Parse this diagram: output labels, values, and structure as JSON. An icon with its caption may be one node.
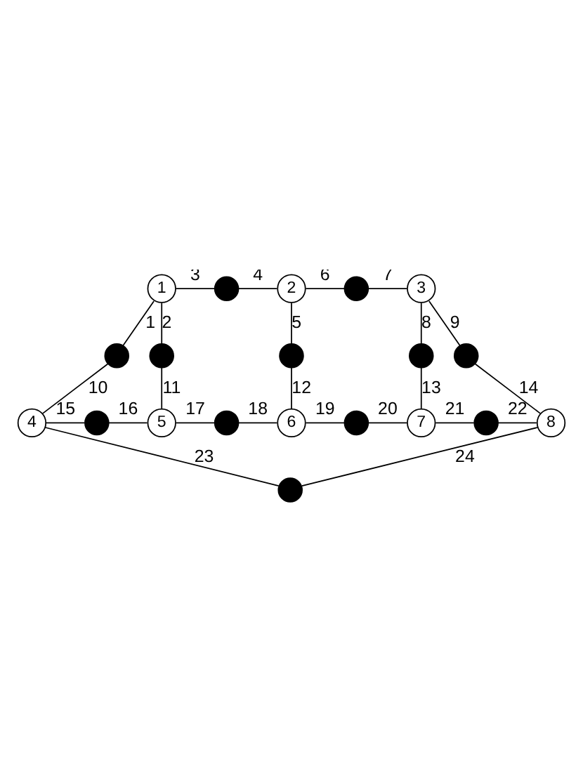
{
  "diagram": {
    "nodes": [
      {
        "text": [
          "1"
        ]
      },
      {
        "text": [],
        "shape": "circle"
      },
      {
        "text": [
          "2"
        ]
      },
      {
        "text": [],
        "shape": "circle"
      },
      {
        "text": [
          "3"
        ]
      },
      {
        "text": [],
        "shape": "circle"
      },
      {
        "text": [],
        "shape": "circle"
      },
      {
        "text": [],
        "shape": "circle"
      },
      {
        "text": [],
        "shape": "circle"
      },
      {
        "text": [],
        "shape": "circle"
      },
      {
        "text": [
          "4"
        ]
      },
      {
        "text": [],
        "shape": "circle"
      },
      {
        "text": [
          "5"
        ]
      },
      {
        "text": [],
        "shape": "circle"
      },
      {
        "text": [
          "6"
        ]
      },
      {
        "text": [],
        "shape": "circle"
      },
      {
        "text": [
          "7"
        ]
      },
      {
        "text": [],
        "shape": "circle"
      },
      {
        "text": [
          "8"
        ]
      },
      {
        "text": [],
        "shape": "circle"
      }
    ],
    "edges": [
      {
        "from": 0,
        "to": 5,
        "arrow": "none",
        "label": "1"
      },
      {
        "from": 0,
        "to": 6,
        "arrow": "none",
        "label": "2"
      },
      {
        "from": 0,
        "to": 1,
        "arrow": "none",
        "label": "3"
      },
      {
        "from": 1,
        "to": 2,
        "arrow": "none",
        "label": "4"
      },
      {
        "from": 2,
        "to": 7,
        "arrow": "none",
        "label": "5"
      },
      {
        "from": 2,
        "to": 3,
        "arrow": "none",
        "label": "6"
      },
      {
        "from": 3,
        "to": 4,
        "arrow": "none",
        "label": "7"
      },
      {
        "from": 4,
        "to": 8,
        "arrow": "none",
        "label": "8"
      },
      {
        "from": 4,
        "to": 9,
        "arrow": "none",
        "label": "9"
      },
      {
        "from": 5,
        "to": 10,
        "arrow": "none",
        "label": "10"
      },
      {
        "from": 6,
        "to": 12,
        "arrow": "none",
        "label": "11"
      },
      {
        "from": 7,
        "to": 14,
        "arrow": "none",
        "label": "12"
      },
      {
        "from": 8,
        "to": 16,
        "arrow": "none",
        "label": "13"
      },
      {
        "from": 9,
        "to": 18,
        "arrow": "none",
        "label": "14"
      },
      {
        "from": 10,
        "to": 11,
        "arrow": "none",
        "label": "15"
      },
      {
        "from": 11,
        "to": 12,
        "arrow": "none",
        "label": "16"
      },
      {
        "from": 12,
        "to": 13,
        "arrow": "none",
        "label": "17"
      },
      {
        "from": 13,
        "to": 14,
        "arrow": "none",
        "label": "18"
      },
      {
        "from": 14,
        "to": 15,
        "arrow": "none",
        "label": "19"
      },
      {
        "from": 15,
        "to": 16,
        "arrow": "none",
        "label": "20"
      },
      {
        "from": 16,
        "to": 17,
        "arrow": "none",
        "label": "21"
      },
      {
        "from": 17,
        "to": 18,
        "arrow": "none",
        "label": "22"
      },
      {
        "from": 10,
        "to": 19,
        "arrow": "none",
        "label": "23"
      },
      {
        "from": 18,
        "to": 19,
        "arrow": "none",
        "label": "24"
      }
    ]
  }
}
